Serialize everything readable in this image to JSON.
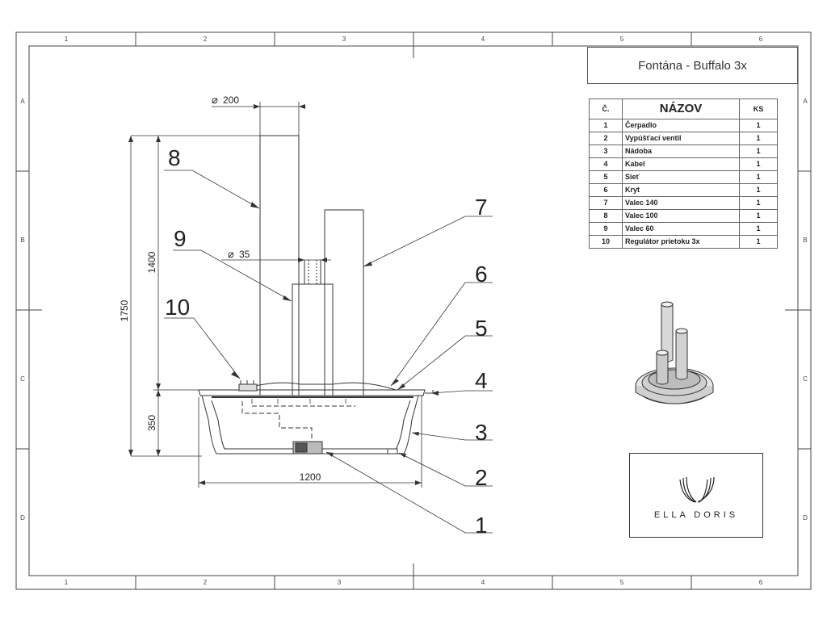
{
  "title_block": {
    "title": "Fontána - Buffalo 3x"
  },
  "bom": {
    "headers": {
      "number": "Č.",
      "name": "NÁZOV",
      "qty": "KS"
    },
    "rows": [
      {
        "number": "1",
        "name": "Čerpadlo",
        "qty": "1"
      },
      {
        "number": "2",
        "name": "Vypúšťací ventil",
        "qty": "1"
      },
      {
        "number": "3",
        "name": "Nádoba",
        "qty": "1"
      },
      {
        "number": "4",
        "name": "Kabel",
        "qty": "1"
      },
      {
        "number": "5",
        "name": "Sieť",
        "qty": "1"
      },
      {
        "number": "6",
        "name": "Kryt",
        "qty": "1"
      },
      {
        "number": "7",
        "name": "Valec 140",
        "qty": "1"
      },
      {
        "number": "8",
        "name": "Valec 100",
        "qty": "1"
      },
      {
        "number": "9",
        "name": "Valec 60",
        "qty": "1"
      },
      {
        "number": "10",
        "name": "Regulátor prietoku 3x",
        "qty": "1"
      }
    ]
  },
  "frame": {
    "columns": [
      "1",
      "2",
      "3",
      "4",
      "5",
      "6"
    ],
    "rows": [
      "A",
      "B",
      "C",
      "D"
    ]
  },
  "dimensions": {
    "top_diameter": "200",
    "pipe_diameter": "35",
    "height_columns": "1400",
    "height_total": "1750",
    "height_base": "350",
    "width": "1200"
  },
  "callouts": [
    "1",
    "2",
    "3",
    "4",
    "5",
    "6",
    "7",
    "8",
    "9",
    "10"
  ],
  "logo": {
    "text": "ELLA DORIS"
  }
}
